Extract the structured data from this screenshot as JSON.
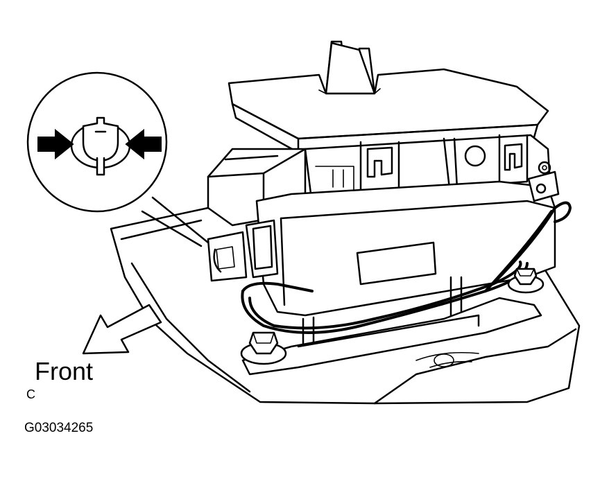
{
  "labels": {
    "direction": "Front",
    "corner_mark": "C",
    "figure_code": "G03034265"
  },
  "icons": {
    "direction_arrow": "front-direction-arrow-icon",
    "detail_callout": "clip-release-detail-icon"
  },
  "colors": {
    "line": "#000000",
    "background": "#ffffff"
  }
}
